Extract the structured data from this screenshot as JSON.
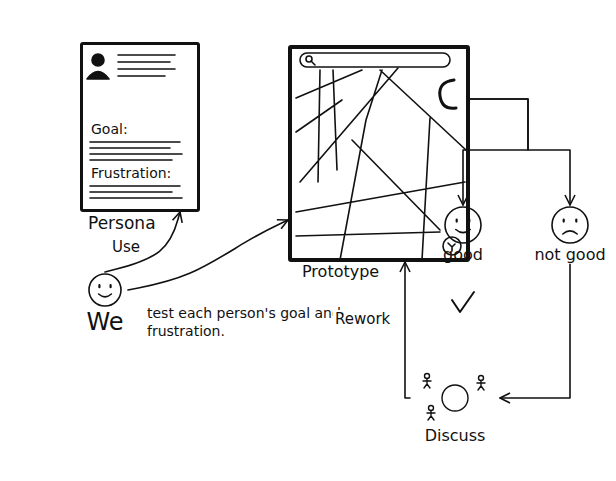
{
  "diagram": {
    "nodes": [
      {
        "text": [
          "Goal:",
          "Frustration:",
          "Persona"
        ]
      },
      {
        "text": [
          "Prototype"
        ]
      },
      {
        "text": [
          "We"
        ]
      },
      {
        "text": [
          "good"
        ]
      },
      {
        "text": [
          "not good"
        ]
      },
      {
        "text": [
          "Discuss"
        ]
      }
    ],
    "edges": [
      {
        "from": 2,
        "to": 0,
        "arrow": "to",
        "label": "Use"
      },
      {
        "from": 2,
        "to": 1,
        "arrow": "to",
        "label": "test each person's goal and frustration."
      },
      {
        "from": 1,
        "to": 3,
        "arrow": "to"
      },
      {
        "from": 1,
        "to": 4,
        "arrow": "to"
      },
      {
        "from": 4,
        "to": 5,
        "arrow": "to"
      },
      {
        "from": 5,
        "to": 1,
        "arrow": "to",
        "label": "Rework"
      }
    ]
  }
}
